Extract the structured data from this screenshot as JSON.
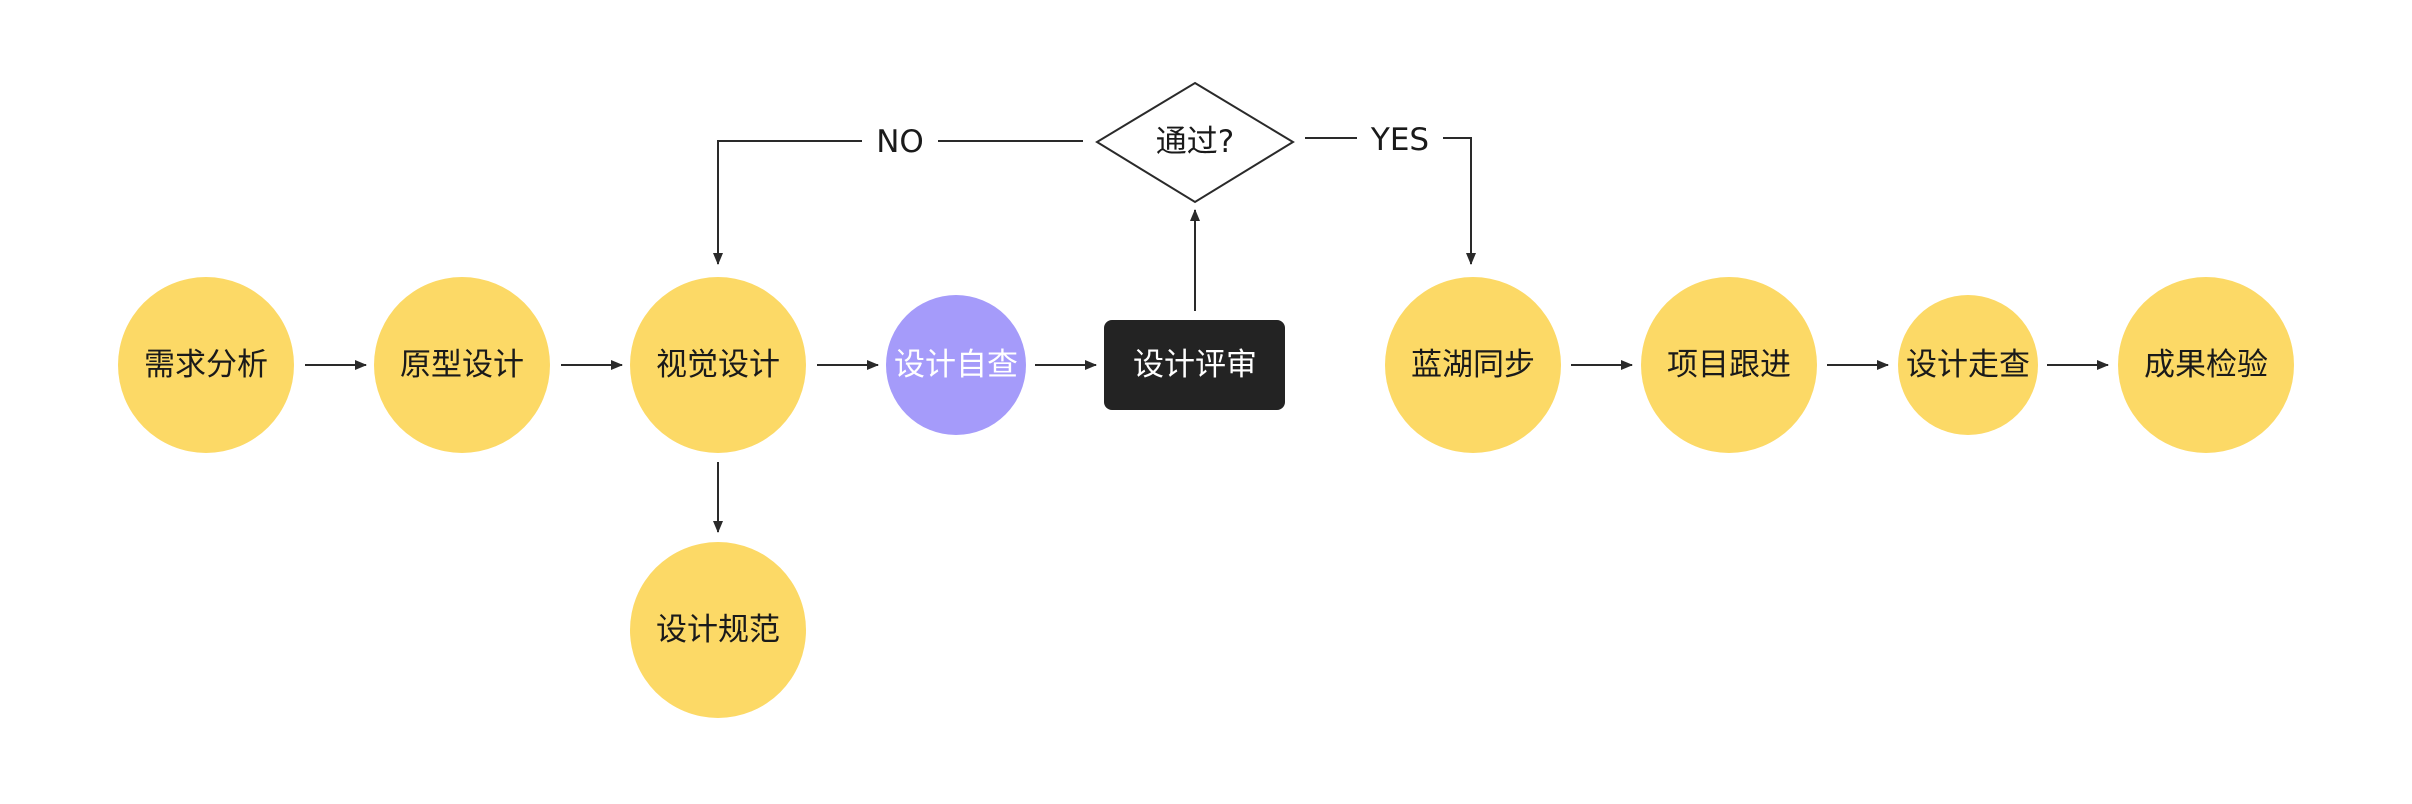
{
  "colors": {
    "background": "#ffffff",
    "node_fill": "#FCD966",
    "highlight_fill": "#A59BFA",
    "dark_fill": "#232323",
    "text": "#1a1a1a",
    "light_text": "#ffffff",
    "line": "#2a2a2a"
  },
  "nodes": {
    "requirement_analysis": "需求分析",
    "prototype_design": "原型设计",
    "visual_design": "视觉设计",
    "design_self_check": "设计自查",
    "design_review": "设计评审",
    "decision": "通过?",
    "lanhu_sync": "蓝湖同步",
    "project_follow_up": "项目跟进",
    "design_walkthrough": "设计走查",
    "result_verification": "成果检验",
    "design_spec": "设计规范"
  },
  "labels": {
    "no": "NO",
    "yes": "YES"
  }
}
